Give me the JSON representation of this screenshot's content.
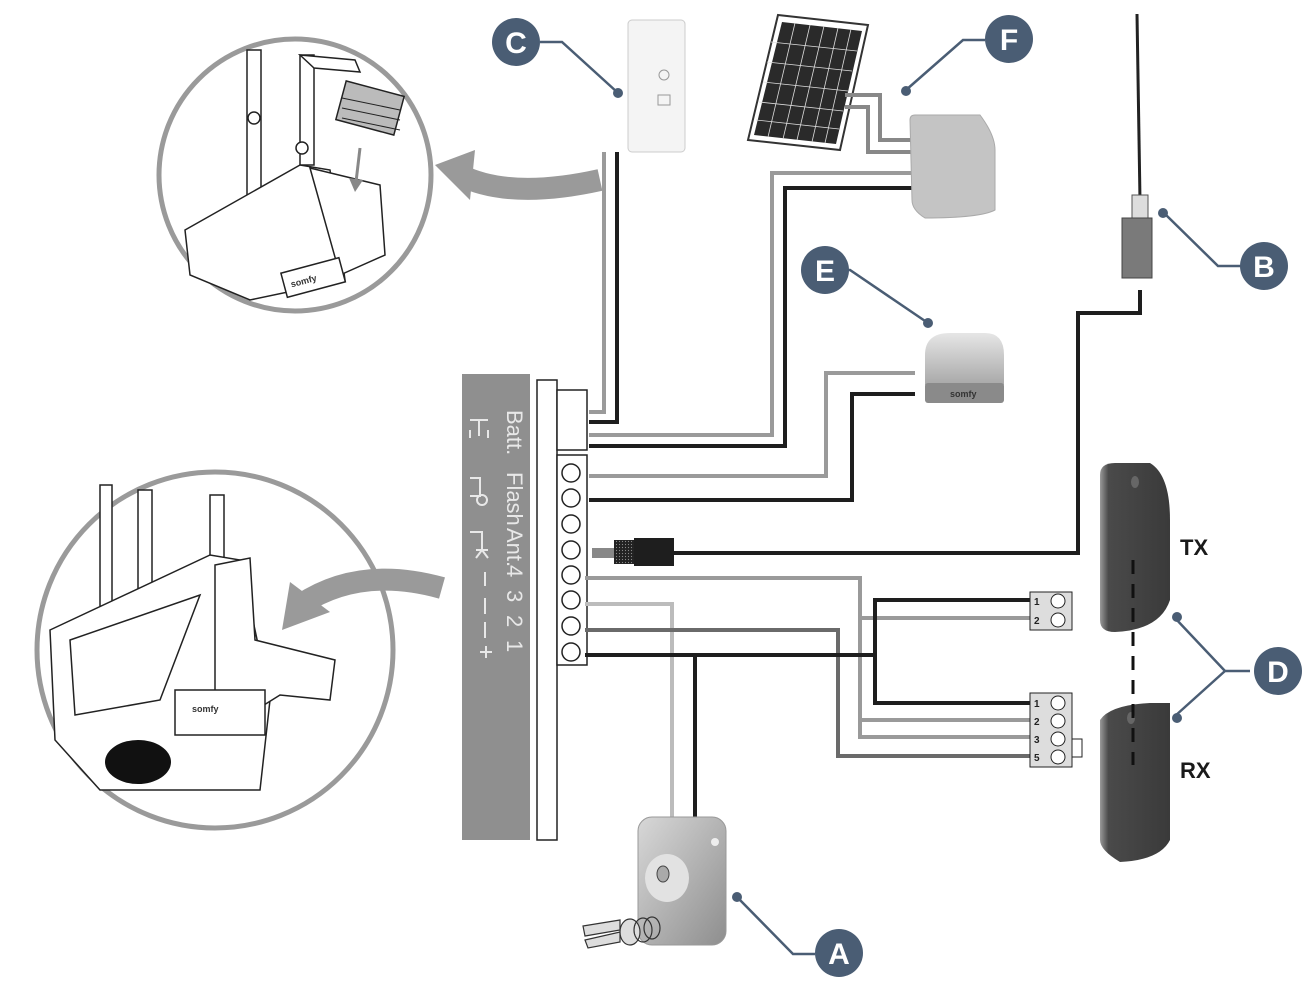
{
  "diagram": {
    "title": "Somfy gate motor wiring diagram",
    "colors": {
      "badge": "#4a5d74",
      "wire_black": "#1e1e1e",
      "wire_gray": "#9a9a9a",
      "wire_light": "#bcbcbc",
      "wire_dark": "#6a6a6a",
      "panel": "#8f8f8f",
      "arrow": "#9a9a9a"
    },
    "callouts": [
      {
        "id": "A",
        "label": "A",
        "component": "Key switch"
      },
      {
        "id": "B",
        "label": "B",
        "component": "Antenna"
      },
      {
        "id": "C",
        "label": "C",
        "component": "Backup battery"
      },
      {
        "id": "D",
        "label": "D",
        "component": "Photocells"
      },
      {
        "id": "E",
        "label": "E",
        "component": "Flashing light"
      },
      {
        "id": "F",
        "label": "F",
        "component": "Solar panel kit"
      }
    ],
    "terminal_panel": {
      "groups": [
        {
          "name": "Batt.",
          "symbol": "battery-icon",
          "polarity": [
            "+",
            "-"
          ]
        },
        {
          "name": "Flash",
          "symbol": "flash-lamp-icon"
        },
        {
          "name": "Ant.",
          "symbol": "antenna-icon"
        }
      ],
      "numbers": [
        "4",
        "3",
        "2",
        "1"
      ],
      "number_symbols": [
        "−",
        "|",
        "|",
        "+"
      ]
    },
    "photocell_labels": {
      "tx": "TX",
      "rx": "RX"
    },
    "tx_block": {
      "terminals": [
        "1",
        "2"
      ]
    },
    "rx_block": {
      "terminals": [
        "1",
        "2",
        "3",
        "5"
      ]
    },
    "brand": "somfy"
  }
}
